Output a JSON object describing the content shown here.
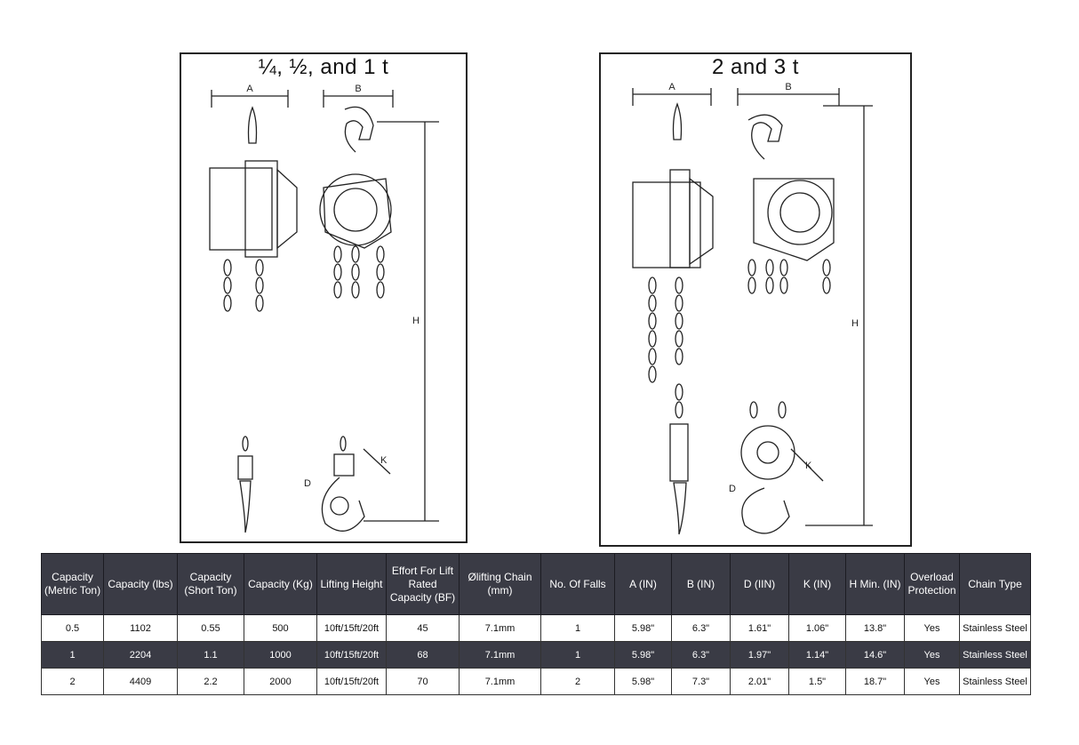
{
  "diagrams": [
    {
      "title": "¼, ½, and 1 t",
      "labels": {
        "a": "A",
        "b": "B",
        "h": "H",
        "d": "D",
        "k": "K"
      }
    },
    {
      "title": "2 and 3 t",
      "labels": {
        "a": "A",
        "b": "B",
        "h": "H",
        "d": "D",
        "k": "K"
      }
    }
  ],
  "table": {
    "headers": [
      "Capacity (Metric Ton)",
      "Capacity (lbs)",
      "Capacity (Short Ton)",
      "Capacity (Kg)",
      "Lifting Height",
      "Effort For Lift Rated Capacity (BF)",
      "Ølifting Chain (mm)",
      "No. Of Falls",
      "A (IN)",
      "B (IN)",
      "D (IIN)",
      "K (IN)",
      "H Min. (IN)",
      "Overload Protection",
      "Chain Type"
    ],
    "rows": [
      [
        "0.5",
        "1102",
        "0.55",
        "500",
        "10ft/15ft/20ft",
        "45",
        "7.1mm",
        "1",
        "5.98\"",
        "6.3\"",
        "1.61\"",
        "1.06\"",
        "13.8\"",
        "Yes",
        "Stainless Steel"
      ],
      [
        "1",
        "2204",
        "1.1",
        "1000",
        "10ft/15ft/20ft",
        "68",
        "7.1mm",
        "1",
        "5.98\"",
        "6.3\"",
        "1.97\"",
        "1.14\"",
        "14.6\"",
        "Yes",
        "Stainless Steel"
      ],
      [
        "2",
        "4409",
        "2.2",
        "2000",
        "10ft/15ft/20ft",
        "70",
        "7.1mm",
        "2",
        "5.98\"",
        "7.3\"",
        "2.01\"",
        "1.5\"",
        "18.7\"",
        "Yes",
        "Stainless Steel"
      ]
    ]
  }
}
